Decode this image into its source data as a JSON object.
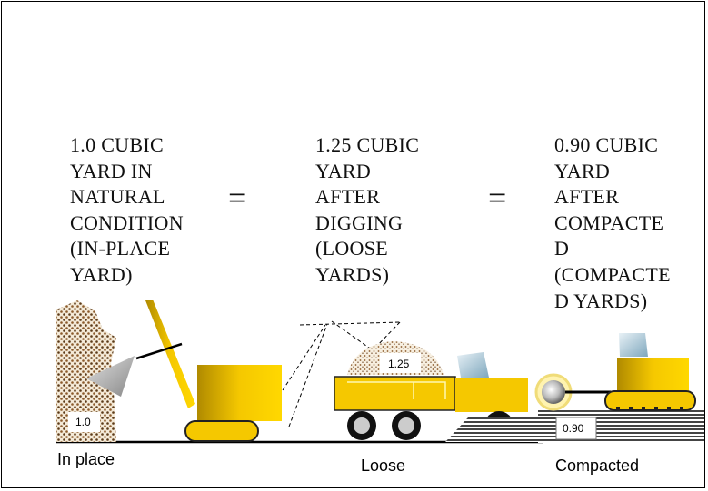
{
  "columns": [
    {
      "lines": [
        "1.0 CUBIC",
        "YARD IN",
        "NATURAL",
        "CONDITION",
        "(IN-PLACE",
        "YARD)"
      ]
    },
    {
      "lines": [
        "1.25 CUBIC",
        "YARD",
        "AFTER",
        "DIGGING",
        "(LOOSE",
        "YARDS)"
      ]
    },
    {
      "lines": [
        "0.90 CUBIC",
        "YARD",
        "AFTER",
        "COMPACTE",
        "D",
        "(COMPACTE",
        "D YARDS)"
      ]
    }
  ],
  "equals": [
    "=",
    "="
  ],
  "stages": {
    "in_place": {
      "label": "In place",
      "volume": "1.0"
    },
    "loose": {
      "label": "Loose",
      "volume": "1.25"
    },
    "compacted": {
      "label": "Compacted",
      "volume": "0.90"
    }
  },
  "colors": {
    "machine_yellow": "#f5c800",
    "machine_dark_yellow": "#c9a000",
    "soil_brown": "#8b5a2b",
    "glass": "#9fc3d6"
  }
}
